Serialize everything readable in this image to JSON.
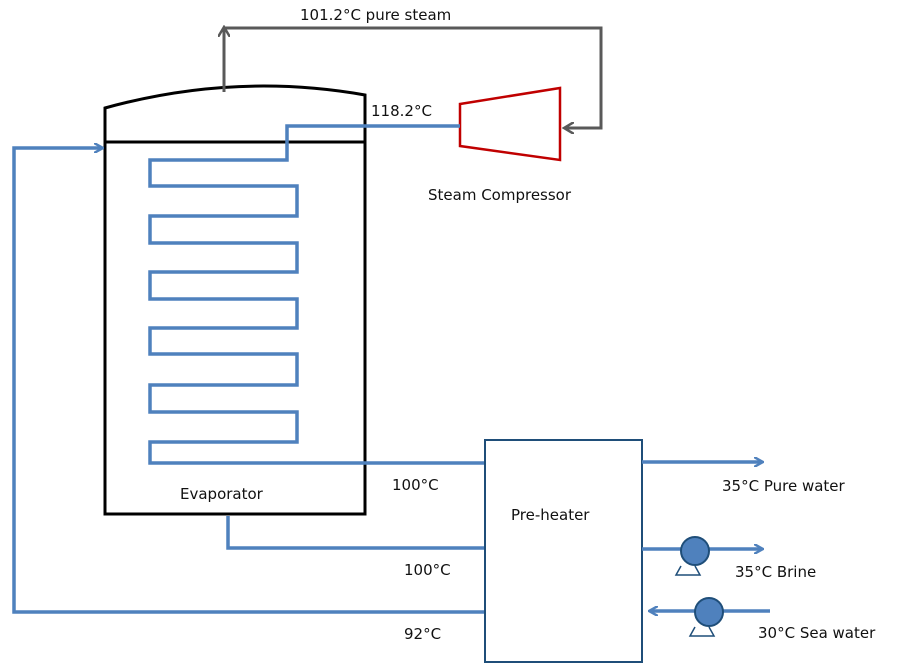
{
  "labels": {
    "top_steam": "101.2°C pure steam",
    "compressor_out_temp": "118.2°C",
    "compressor_name": "Steam Compressor",
    "evaporator": "Evaporator",
    "preheater": "Pre-heater",
    "condensate_temp": "100°C",
    "brine_temp": "100°C",
    "feed_temp": "92°C",
    "pure_water": "35°C Pure water",
    "brine_out": "35°C Brine",
    "sea_water": "30°C Sea water"
  },
  "colors": {
    "pipe": "#4f81bd",
    "steam_line": "#595959",
    "compressor": "#c00000",
    "vessel": "#000000",
    "pump_fill": "#4f81bd",
    "pump_stroke": "#1f4e79"
  }
}
